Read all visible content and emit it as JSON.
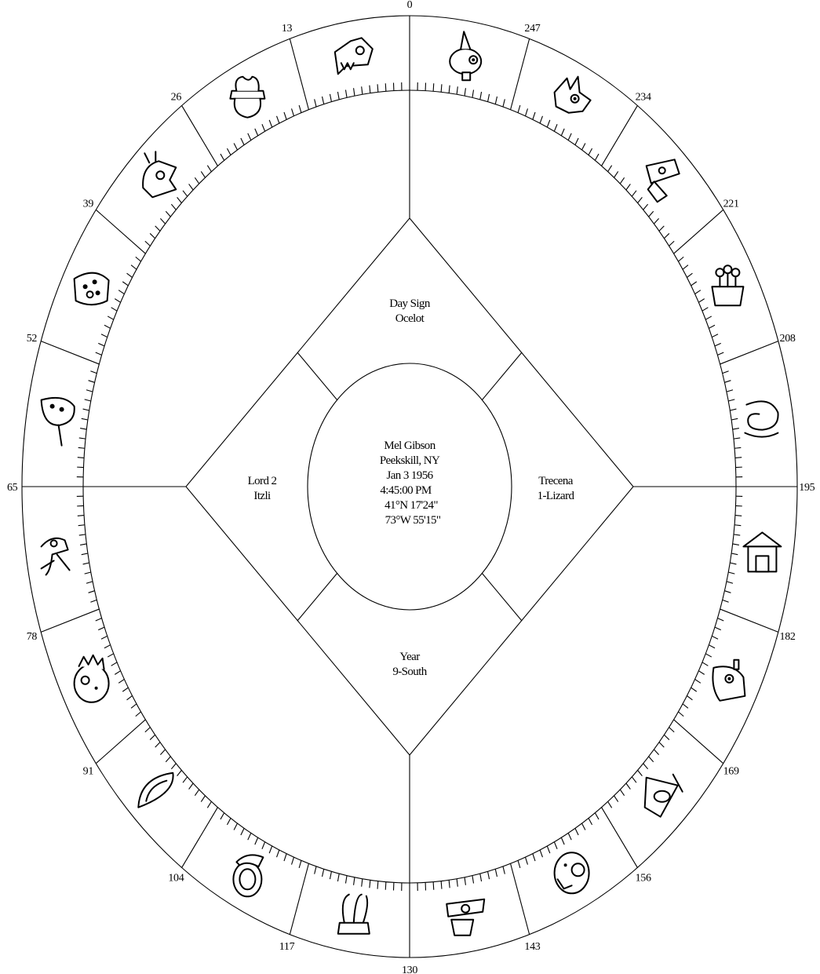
{
  "wheel": {
    "boundary_numbers": [
      "0",
      "247",
      "234",
      "221",
      "208",
      "195",
      "182",
      "169",
      "156",
      "143",
      "130",
      "117",
      "104",
      "91",
      "78",
      "65",
      "52",
      "39",
      "26",
      "13"
    ],
    "day_sign_glyphs": [
      "rabbit-glyph",
      "eagle-glyph",
      "flint-knife-glyph",
      "water-glyph",
      "wind-glyph",
      "house-glyph",
      "lizard-glyph",
      "serpent-glyph",
      "death-glyph",
      "deer-glyph",
      "rabbit-glyph-2",
      "water-glyph-2",
      "dog-glyph",
      "monkey-glyph",
      "grass-glyph",
      "reed-glyph",
      "jaguar-glyph",
      "eagle-glyph-2",
      "vulture-glyph",
      "crocodile-glyph"
    ]
  },
  "panels": {
    "top": {
      "line1": "Day Sign",
      "line2": "Ocelot"
    },
    "left": {
      "line1": "Lord 2",
      "line2": "Itzli"
    },
    "right": {
      "line1": "Trecena",
      "line2": "1-Lizard"
    },
    "bottom": {
      "line1": "Year",
      "line2": "9-South"
    }
  },
  "center": {
    "name": "Mel Gibson",
    "place": "Peekskill, NY",
    "date": "Jan 3 1956",
    "time": "4:45:00 PM",
    "latitude": "41°N 17'24\"",
    "longitude": "73°W 55'15\""
  }
}
